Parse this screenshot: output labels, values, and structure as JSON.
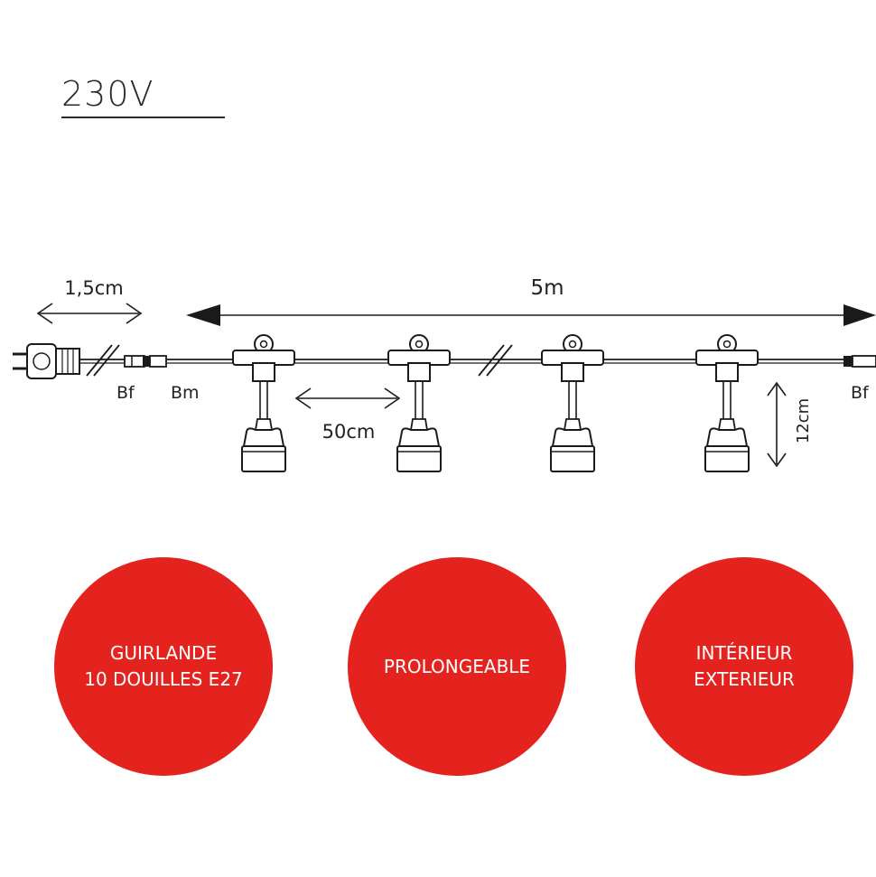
{
  "voltage": "230V",
  "dimensions": {
    "plug_segment": "1,5cm",
    "total_length": "5m",
    "spacing": "50cm",
    "drop_height": "12cm"
  },
  "connectors": {
    "female_left": "Bf",
    "male": "Bm",
    "female_right": "Bf"
  },
  "colors": {
    "badge": "#e5231e",
    "line": "#1a1a1a"
  },
  "badges": [
    {
      "line1": "GUIRLANDE",
      "line2": "10 DOUILLES E27"
    },
    {
      "line1": "PROLONGEABLE",
      "line2": ""
    },
    {
      "line1": "INTÉRIEUR",
      "line2": "EXTERIEUR"
    }
  ]
}
